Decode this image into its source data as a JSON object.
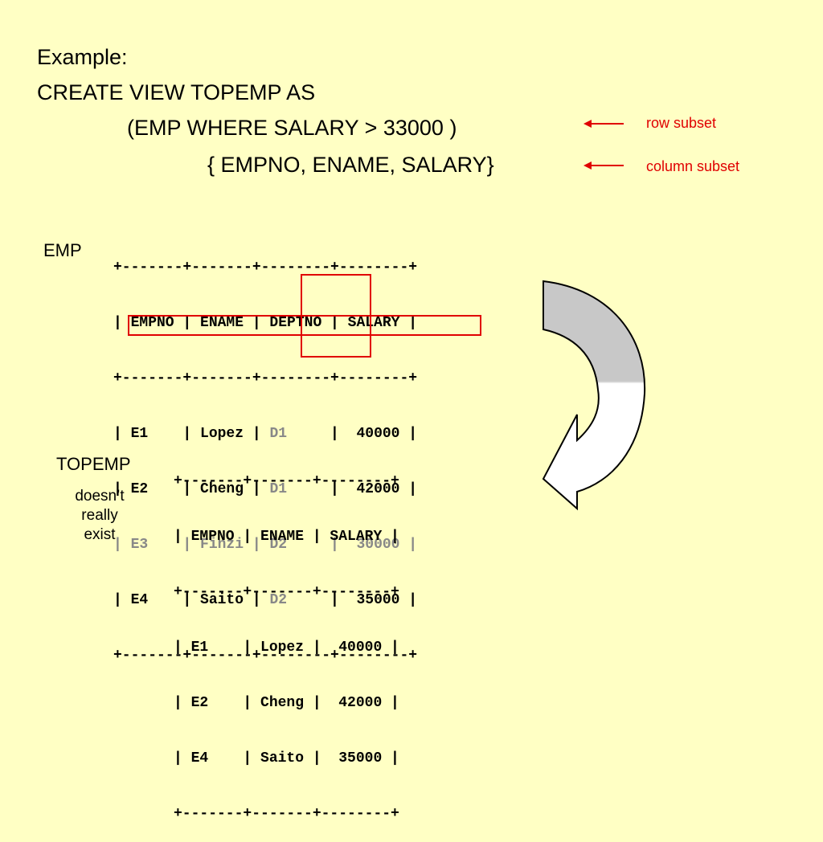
{
  "example": {
    "line1": "Example:",
    "line2": "CREATE VIEW TOPEMP AS",
    "line3": "(EMP WHERE SALARY > 33000 )",
    "line4": "{ EMPNO, ENAME, SALARY}"
  },
  "annotations": {
    "row_subset": "row subset",
    "column_subset": "column subset"
  },
  "emp": {
    "label": "EMP",
    "border": "+-------+-------+--------+--------+",
    "header": "| EMPNO | ENAME | DEPTNO | SALARY |",
    "rows": [
      {
        "pre": "| E1    | Lopez | ",
        "dept": "D1",
        "post": "     |  40000 |"
      },
      {
        "pre": "| E2    | Cheng | ",
        "dept": "D1",
        "post": "     |  42000 |"
      },
      {
        "pre": "| E3    | Finzi | ",
        "dept": "D2",
        "post": "     |  30000 |",
        "excluded": true
      },
      {
        "pre": "| E4    | Saito | ",
        "dept": "D2",
        "post": "     |  35000 |"
      }
    ]
  },
  "topemp": {
    "label": "TOPEMP",
    "note": "doesn’t\nreally\nexist",
    "border": "+-------+-------+--------+",
    "header": "| EMPNO | ENAME | SALARY |",
    "rows": [
      "| E1    | Lopez |  40000 |",
      "| E2    | Cheng |  42000 |",
      "| E4    | Saito |  35000 |"
    ]
  },
  "colors": {
    "background": "#ffffc4",
    "highlight": "#e00000",
    "arrow_fill_top": "#c8c8c8",
    "arrow_fill_bottom": "#ffffff"
  }
}
